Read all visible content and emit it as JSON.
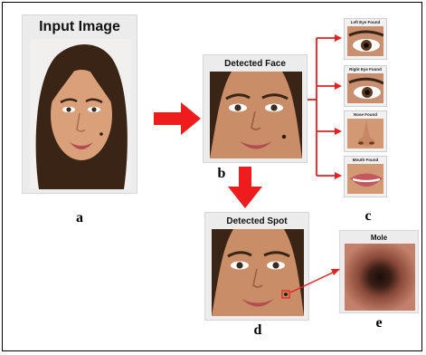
{
  "panels": {
    "input": {
      "title": "Input Image",
      "letter": "a"
    },
    "detected_face": {
      "title": "Detected Face",
      "letter": "b"
    },
    "features": {
      "letter": "c",
      "items": [
        {
          "label": "Left Eye Found"
        },
        {
          "label": "Right Eye Found"
        },
        {
          "label": "Nose Found"
        },
        {
          "label": "Mouth Found"
        }
      ]
    },
    "detected_spot": {
      "title": "Detected Spot",
      "letter": "d"
    },
    "mole": {
      "title": "Mole",
      "letter": "e"
    }
  },
  "colors": {
    "arrow_thick": "#ee1c1c",
    "arrow_thin": "#e32222",
    "skin": "#d9a07a",
    "hair": "#3a2416"
  }
}
